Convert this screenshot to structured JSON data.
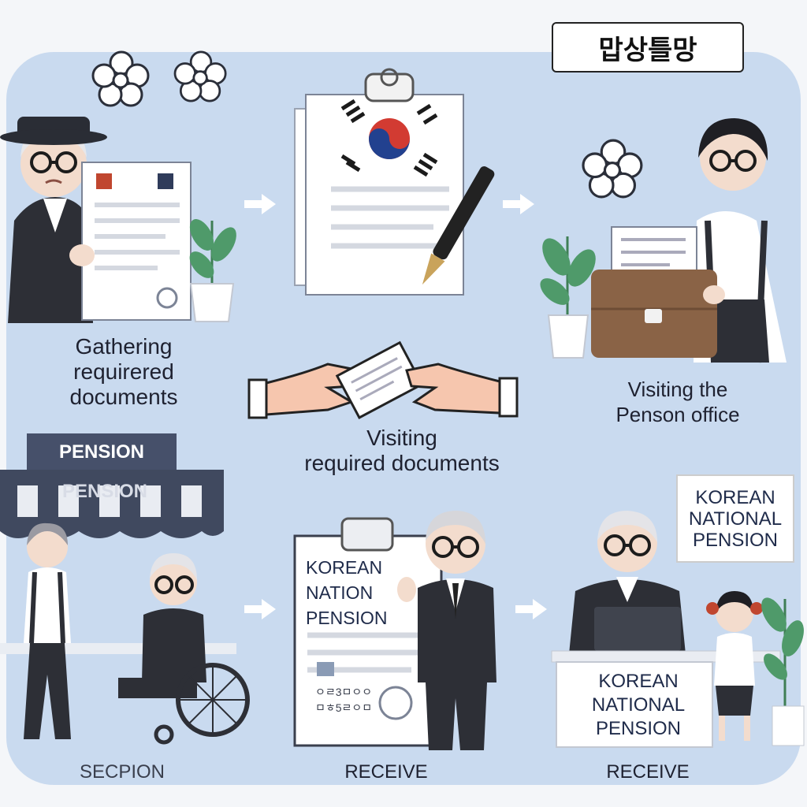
{
  "header": {
    "badge_text": "맙상틀망"
  },
  "steps": [
    {
      "caption_lines": [
        "Gathering",
        "requirered",
        "documents"
      ]
    },
    {
      "caption_lines": [
        "Visiting",
        "required documents"
      ]
    },
    {
      "caption_lines": [
        "Visiting the",
        "Penson office"
      ]
    }
  ],
  "signs": {
    "awning_banner": "PENSION",
    "awning_stripe": "PENSION",
    "clipboard_lines": [
      "KOREAN",
      "NATION",
      "PENSION"
    ],
    "corner_sign_lines": [
      "KOREAN",
      "NATIONAL",
      "PENSION"
    ],
    "desk_sign_lines": [
      "KOREAN",
      "NATIONAL",
      "PENSION"
    ],
    "card_code_1": "ㅇㄹ3ㅁㅇㅇ",
    "card_code_2": "ㅁㅎ5ㄹㅇㅁ"
  },
  "bottom_labels": [
    "SECPION",
    "RECEIVE",
    "RECEIVE"
  ],
  "icons": [
    "flower-icon",
    "arrow-right-icon",
    "korean-flag-icon",
    "pen-icon",
    "briefcase-icon",
    "wheelchair-icon",
    "plant-icon"
  ],
  "colors": {
    "background_panel": "#c9daef",
    "page": "#f4f6f9",
    "text": "#1e2130",
    "suit": "#2d2f36",
    "briefcase": "#8a6346",
    "plant": "#4f9a6a"
  }
}
